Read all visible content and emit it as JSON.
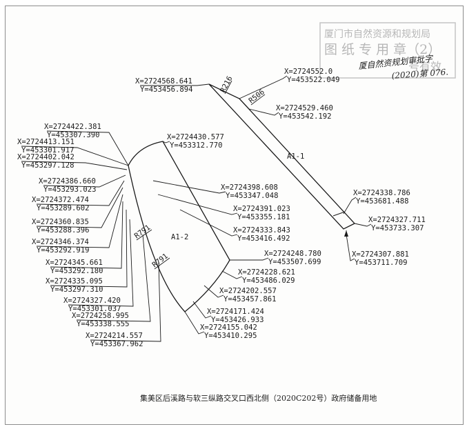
{
  "stamp": {
    "line1": "厦门市自然资源和规划局",
    "line2": "图 纸 专 用 章（2）",
    "line3": "号有效"
  },
  "handwriting": {
    "line1": "厦自然资规划审批字",
    "line2": "(2020)第 076."
  },
  "road_labels": [
    "R216",
    "R506",
    "R791",
    "R791"
  ],
  "parcel_labels": [
    "A1-1",
    "A1-2"
  ],
  "points": [
    {
      "x": "X=2724568.641",
      "y": "Y=453456.894"
    },
    {
      "x": "X=2724552.0",
      "y": "Y=453522.049"
    },
    {
      "x": "X=2724529.460",
      "y": "Y=453542.192"
    },
    {
      "x": "X=2724338.786",
      "y": "Y=453681.488"
    },
    {
      "x": "X=2724327.711",
      "y": "Y=453733.307"
    },
    {
      "x": "X=2724307.881",
      "y": "Y=453711.709"
    },
    {
      "x": "X=2724430.577",
      "y": "Y=453312.770"
    },
    {
      "x": "X=2724422.381",
      "y": "Y=453307.390"
    },
    {
      "x": "X=2724413.151",
      "y": "Y=453301.917"
    },
    {
      "x": "X=2724402.042",
      "y": "Y=453297.128"
    },
    {
      "x": "X=2724386.660",
      "y": "Y=453293.023"
    },
    {
      "x": "X=2724372.474",
      "y": "Y=453289.602"
    },
    {
      "x": "X=2724360.835",
      "y": "Y=453288.396"
    },
    {
      "x": "X=2724346.374",
      "y": "Y=453292.919"
    },
    {
      "x": "X=2724345.661",
      "y": "Y=453292.180"
    },
    {
      "x": "X=2724335.095",
      "y": "Y=453297.310"
    },
    {
      "x": "X=2724327.420",
      "y": "Y=453301.037"
    },
    {
      "x": "X=2724258.995",
      "y": "Y=453338.555"
    },
    {
      "x": "X=2724214.557",
      "y": "Y=453367.962"
    },
    {
      "x": "X=2724398.608",
      "y": "Y=453347.048"
    },
    {
      "x": "X=2724391.023",
      "y": "Y=453355.181"
    },
    {
      "x": "X=2724333.843",
      "y": "Y=453416.492"
    },
    {
      "x": "X=2724248.780",
      "y": "Y=453507.699"
    },
    {
      "x": "X=2724228.621",
      "y": "Y=453486.029"
    },
    {
      "x": "X=2724202.557",
      "y": "Y=453457.861"
    },
    {
      "x": "X=2724171.424",
      "y": "Y=453426.933"
    },
    {
      "x": "X=2724155.042",
      "y": "Y=453410.295"
    }
  ],
  "caption": "集美区后溪路与软三纵路交叉口西北侧（2020C202号）政府储备用地"
}
